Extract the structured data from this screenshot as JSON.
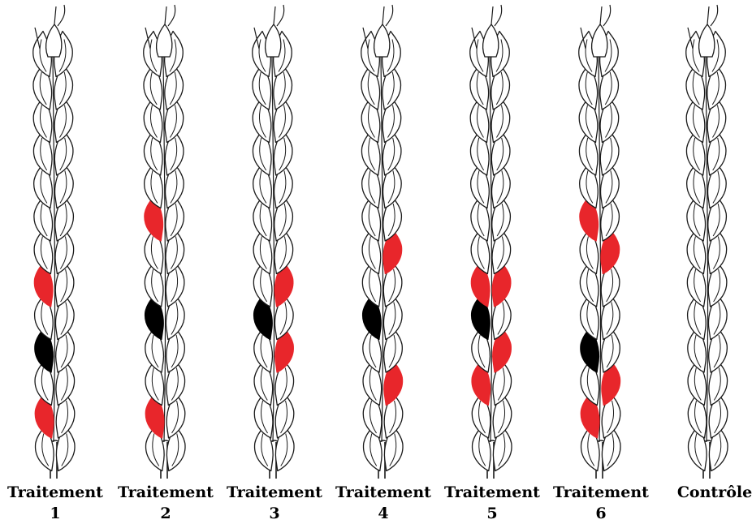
{
  "colors": {
    "outline": "#1a1a1a",
    "inoculated": "#e8262b",
    "infected_black": "#000000",
    "background": "#ffffff"
  },
  "spikes": [
    {
      "id": "traitement-1",
      "line1": "Traitement",
      "line2": "1",
      "marks": [
        {
          "level": 7,
          "side": "L",
          "color": "red"
        },
        {
          "level": 9,
          "side": "L",
          "color": "black"
        },
        {
          "level": 11,
          "side": "L",
          "color": "red"
        }
      ]
    },
    {
      "id": "traitement-2",
      "line1": "Traitement",
      "line2": "2",
      "marks": [
        {
          "level": 5,
          "side": "L",
          "color": "red"
        },
        {
          "level": 8,
          "side": "L",
          "color": "black"
        },
        {
          "level": 11,
          "side": "L",
          "color": "red"
        }
      ]
    },
    {
      "id": "traitement-3",
      "line1": "Traitement",
      "line2": "3",
      "marks": [
        {
          "level": 8,
          "side": "L",
          "color": "black"
        },
        {
          "level": 7,
          "side": "R",
          "color": "red"
        },
        {
          "level": 9,
          "side": "R",
          "color": "red"
        }
      ]
    },
    {
      "id": "traitement-4",
      "line1": "Traitement",
      "line2": "4",
      "marks": [
        {
          "level": 8,
          "side": "L",
          "color": "black"
        },
        {
          "level": 6,
          "side": "R",
          "color": "red"
        },
        {
          "level": 10,
          "side": "R",
          "color": "red"
        }
      ]
    },
    {
      "id": "traitement-5",
      "line1": "Traitement",
      "line2": "5",
      "marks": [
        {
          "level": 7,
          "side": "L",
          "color": "red"
        },
        {
          "level": 8,
          "side": "L",
          "color": "black"
        },
        {
          "level": 10,
          "side": "L",
          "color": "red"
        },
        {
          "level": 7,
          "side": "R",
          "color": "red"
        },
        {
          "level": 9,
          "side": "R",
          "color": "red"
        }
      ]
    },
    {
      "id": "traitement-6",
      "line1": "Traitement",
      "line2": "6",
      "marks": [
        {
          "level": 5,
          "side": "L",
          "color": "red"
        },
        {
          "level": 9,
          "side": "L",
          "color": "black"
        },
        {
          "level": 11,
          "side": "L",
          "color": "red"
        },
        {
          "level": 6,
          "side": "R",
          "color": "red"
        },
        {
          "level": 10,
          "side": "R",
          "color": "red"
        }
      ]
    },
    {
      "id": "controle",
      "line1": "Contrôle",
      "line2": "",
      "marks": []
    }
  ]
}
